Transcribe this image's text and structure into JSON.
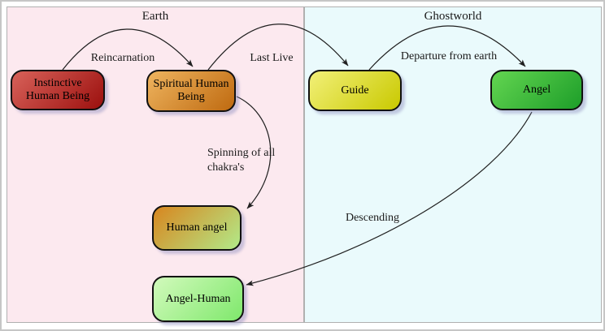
{
  "canvas": {
    "width": "744",
    "height": "408"
  },
  "panels": {
    "earth": {
      "title": "Earth",
      "bg": "#fce9ef"
    },
    "ghostworld": {
      "title": "Ghostworld",
      "bg": "#eafafc"
    }
  },
  "nodes": {
    "instinctive": {
      "label": "Instinctive Human Being",
      "color_from": "#d8625a",
      "color_to": "#9c100e"
    },
    "spiritual": {
      "label": "Spiritual Human Being",
      "color_from": "#eeb45f",
      "color_to": "#bf6a10"
    },
    "guide": {
      "label": "Guide",
      "color_from": "#f2f078",
      "color_to": "#c9c900"
    },
    "angel": {
      "label": "Angel",
      "color_from": "#63d551",
      "color_to": "#1d9e29"
    },
    "human_angel": {
      "label": "Human angel",
      "color_from": "#d8861f",
      "color_to": "#b2ea89"
    },
    "angel_human": {
      "label": "Angel-Human",
      "color_from": "#d2fabc",
      "color_to": "#7fe86c"
    }
  },
  "edges": {
    "reincarnation": {
      "label": "Reincarnation",
      "from": "Instinctive Human Being",
      "to": "Spiritual Human Being"
    },
    "last_live": {
      "label": "Last Live",
      "from": "Spiritual Human Being",
      "to": "Guide"
    },
    "departure": {
      "label": "Departure from earth",
      "from": "Guide",
      "to": "Angel"
    },
    "spinning": {
      "label": "Spinning of all chakra's",
      "from": "Spiritual Human Being",
      "to": "Human angel"
    },
    "descending": {
      "label": "Descending",
      "from": "Angel",
      "to": "Angel-Human"
    }
  },
  "style": {
    "arrow_color": "#1f1f1f"
  }
}
